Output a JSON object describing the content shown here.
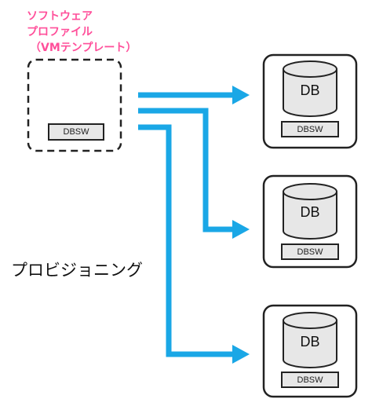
{
  "source": {
    "title_lines": [
      "ソフトウェア",
      "プロファイル",
      "（VMテンプレート）"
    ],
    "label": "DBSW"
  },
  "provisioning_label": "プロビジョニング",
  "targets": [
    {
      "db_label": "DB",
      "label": "DBSW"
    },
    {
      "db_label": "DB",
      "label": "DBSW"
    },
    {
      "db_label": "DB",
      "label": "DBSW"
    }
  ],
  "colors": {
    "title": "#ff4f9a",
    "arrow": "#1aa7e6",
    "border": "#222222",
    "fill": "#e7e7e7"
  }
}
